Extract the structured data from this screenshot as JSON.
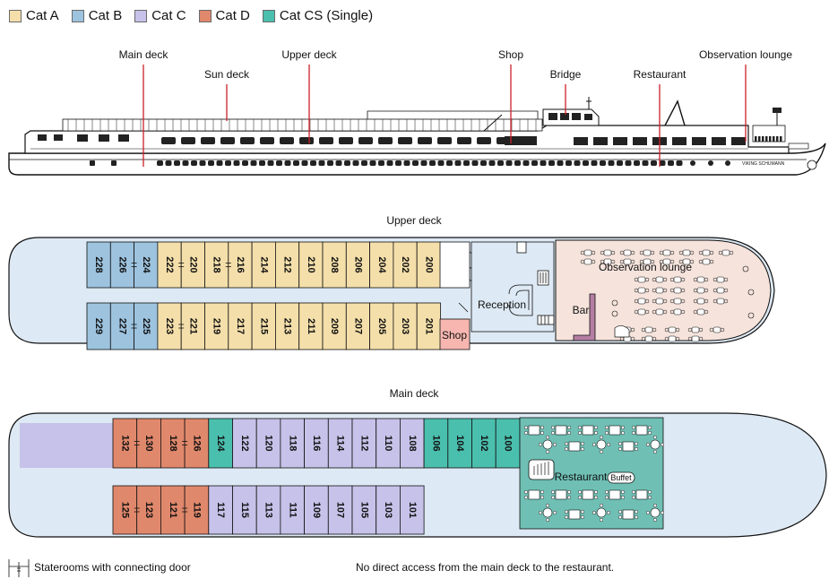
{
  "legend": [
    {
      "label": "Cat A",
      "color": "#f4dfaa"
    },
    {
      "label": "Cat B",
      "color": "#9dc3df"
    },
    {
      "label": "Cat C",
      "color": "#c6c2e9"
    },
    {
      "label": "Cat D",
      "color": "#e0886c"
    },
    {
      "label": "Cat CS (Single)",
      "color": "#4bbfae"
    }
  ],
  "colors": {
    "hull": "#dde9f4",
    "lounge": "#f5e3dc",
    "restaurant": "#6fbfb4",
    "shop": "#f7b6b0",
    "aft_main": "#c6c2e9"
  },
  "profile": {
    "main_deck": "Main deck",
    "sun_deck": "Sun deck",
    "upper_deck": "Upper deck",
    "shop": "Shop",
    "bridge": "Bridge",
    "restaurant": "Restaurant",
    "observation_lounge": "Observation lounge",
    "ship_name": "VIKING SCHUMANN"
  },
  "upper_deck": {
    "title": "Upper deck",
    "top_row": [
      {
        "n": "228",
        "cat": "B"
      },
      {
        "n": "226",
        "cat": "B"
      },
      {
        "n": "224",
        "cat": "B"
      },
      {
        "n": "222",
        "cat": "A"
      },
      {
        "n": "220",
        "cat": "A"
      },
      {
        "n": "218",
        "cat": "A"
      },
      {
        "n": "216",
        "cat": "A"
      },
      {
        "n": "214",
        "cat": "A"
      },
      {
        "n": "212",
        "cat": "A"
      },
      {
        "n": "210",
        "cat": "A"
      },
      {
        "n": "208",
        "cat": "A"
      },
      {
        "n": "206",
        "cat": "A"
      },
      {
        "n": "204",
        "cat": "A"
      },
      {
        "n": "202",
        "cat": "A"
      },
      {
        "n": "200",
        "cat": "A"
      }
    ],
    "bottom_row": [
      {
        "n": "229",
        "cat": "B"
      },
      {
        "n": "227",
        "cat": "B"
      },
      {
        "n": "225",
        "cat": "B"
      },
      {
        "n": "223",
        "cat": "A"
      },
      {
        "n": "221",
        "cat": "A"
      },
      {
        "n": "219",
        "cat": "A"
      },
      {
        "n": "217",
        "cat": "A"
      },
      {
        "n": "215",
        "cat": "A"
      },
      {
        "n": "213",
        "cat": "A"
      },
      {
        "n": "211",
        "cat": "A"
      },
      {
        "n": "209",
        "cat": "A"
      },
      {
        "n": "207",
        "cat": "A"
      },
      {
        "n": "205",
        "cat": "A"
      },
      {
        "n": "203",
        "cat": "A"
      },
      {
        "n": "201",
        "cat": "A"
      }
    ],
    "shop": "Shop",
    "reception": "Reception",
    "bar": "Bar",
    "observation_lounge": "Observation lounge"
  },
  "main_deck": {
    "title": "Main deck",
    "top_row": [
      {
        "n": "132",
        "cat": "D"
      },
      {
        "n": "130",
        "cat": "D"
      },
      {
        "n": "128",
        "cat": "D"
      },
      {
        "n": "126",
        "cat": "D"
      },
      {
        "n": "124",
        "cat": "CS"
      },
      {
        "n": "122",
        "cat": "C"
      },
      {
        "n": "120",
        "cat": "C"
      },
      {
        "n": "118",
        "cat": "C"
      },
      {
        "n": "116",
        "cat": "C"
      },
      {
        "n": "114",
        "cat": "C"
      },
      {
        "n": "112",
        "cat": "C"
      },
      {
        "n": "110",
        "cat": "C"
      },
      {
        "n": "108",
        "cat": "C"
      },
      {
        "n": "106",
        "cat": "CS"
      },
      {
        "n": "104",
        "cat": "CS"
      },
      {
        "n": "102",
        "cat": "CS"
      },
      {
        "n": "100",
        "cat": "CS"
      }
    ],
    "bottom_row": [
      {
        "n": "125",
        "cat": "D"
      },
      {
        "n": "123",
        "cat": "D"
      },
      {
        "n": "121",
        "cat": "D"
      },
      {
        "n": "119",
        "cat": "D"
      },
      {
        "n": "117",
        "cat": "C"
      },
      {
        "n": "115",
        "cat": "C"
      },
      {
        "n": "113",
        "cat": "C"
      },
      {
        "n": "111",
        "cat": "C"
      },
      {
        "n": "109",
        "cat": "C"
      },
      {
        "n": "107",
        "cat": "C"
      },
      {
        "n": "105",
        "cat": "C"
      },
      {
        "n": "103",
        "cat": "C"
      },
      {
        "n": "101",
        "cat": "C"
      }
    ],
    "restaurant": "Restaurant",
    "buffet": "Buffet"
  },
  "footer": {
    "connecting_door": "Staterooms with connecting door",
    "note": "No direct access from the main deck to the restaurant."
  }
}
